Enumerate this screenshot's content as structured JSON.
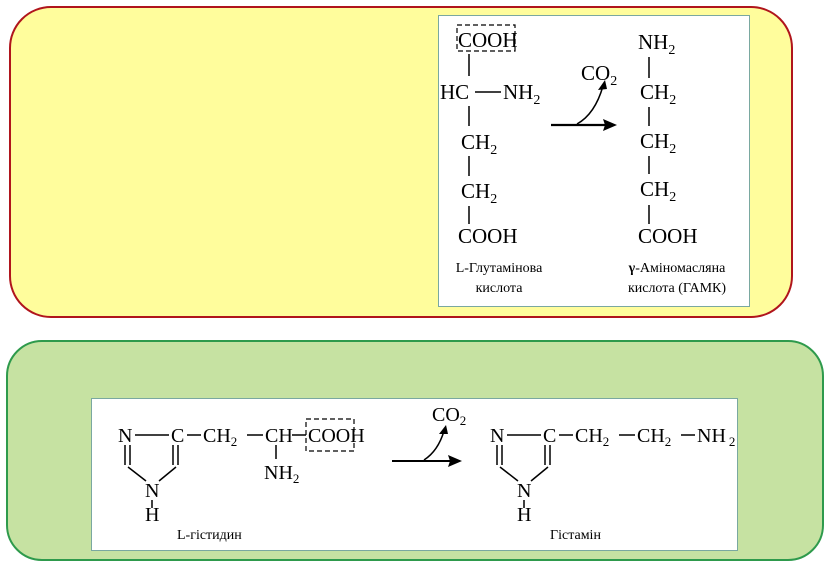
{
  "colors": {
    "top_panel_fill": "#fffd9c",
    "top_panel_border": "#b0151c",
    "bottom_panel_fill": "#c6e2a2",
    "bottom_panel_border": "#2e9a4c"
  },
  "glutamate": {
    "left": {
      "cooh_top": "COOH",
      "hc": "HC",
      "nh2": "NH",
      "ch2_a": "CH",
      "ch2_b": "CH",
      "cooh_bottom": "COOH",
      "sub": "2"
    },
    "co2": "CO",
    "co2_sub": "2",
    "right": {
      "nh2": "NH",
      "ch2_a": "CH",
      "ch2_b": "CH",
      "ch2_c": "CH",
      "cooh": "COOH",
      "sub": "2"
    },
    "caption_left_1": "L-Глутамінова",
    "caption_left_2": "кислота",
    "caption_right_gamma": "γ",
    "caption_right_1": "-Аміномасляна",
    "caption_right_2": "кислота (ГАМК)"
  },
  "histidine": {
    "left": {
      "n_top": "N",
      "c": "C",
      "chain_1": "CH",
      "chain_2": "CH",
      "cooh": "COOH",
      "nh2": "NH",
      "n_bottom": "N",
      "h": "H",
      "sub": "2"
    },
    "co2": "CO",
    "co2_sub": "2",
    "right": {
      "n_top": "N",
      "c": "C",
      "chain": "CH",
      "chain_2": "CH",
      "nh2": "NH",
      "n_bottom": "N",
      "h": "H",
      "sub": "2"
    },
    "caption_left": "L-гістидин",
    "caption_right": "Гістамін"
  }
}
